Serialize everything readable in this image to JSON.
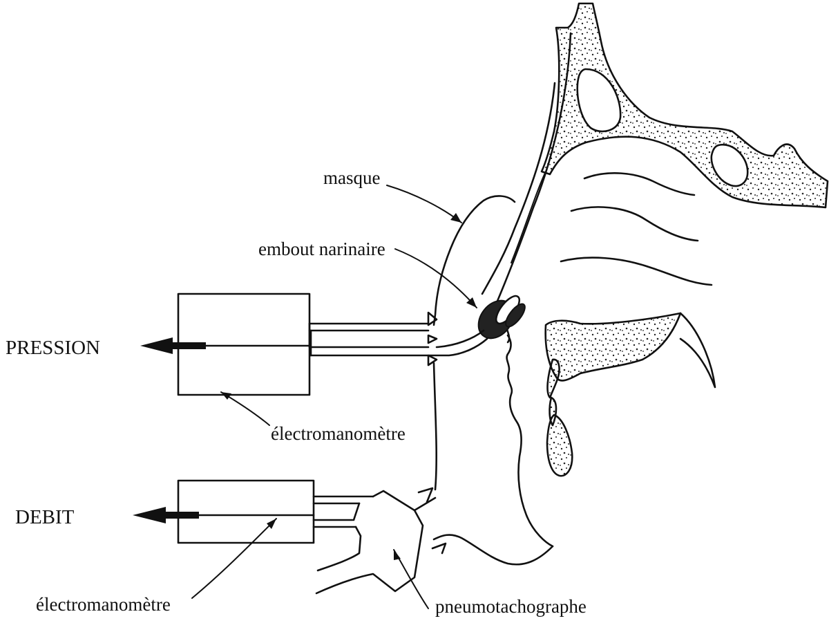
{
  "labels": {
    "pression": "PRESSION",
    "debit": "DEBIT",
    "masque": "masque",
    "embout": "embout narinaire",
    "electromanometre_top": "électromanomètre",
    "electromanometre_bottom": "électromanomètre",
    "pneumotachographe": "pneumotachographe"
  }
}
